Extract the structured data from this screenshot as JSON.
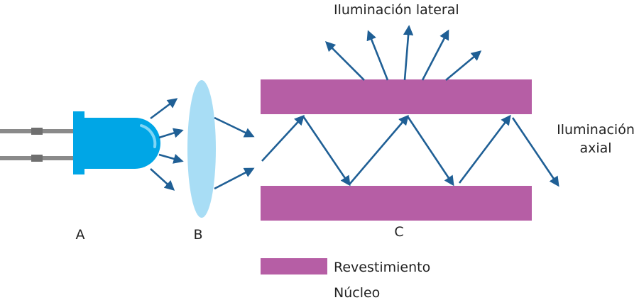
{
  "labels": {
    "lateral": "Iluminación lateral",
    "axial_line1": "Iluminación",
    "axial_line2": "axial",
    "part_a": "A",
    "part_b": "B",
    "part_c": "C"
  },
  "legend": [
    {
      "label": "Revestimiento",
      "color": "#b65ea5"
    },
    {
      "label": "Núcleo"
    }
  ],
  "colors": {
    "cladding": "#b65ea5",
    "arrow": "#1f5f95",
    "led": "#00a6e6",
    "lens": "#a8ddf5",
    "leads": "#8a8a8a"
  }
}
